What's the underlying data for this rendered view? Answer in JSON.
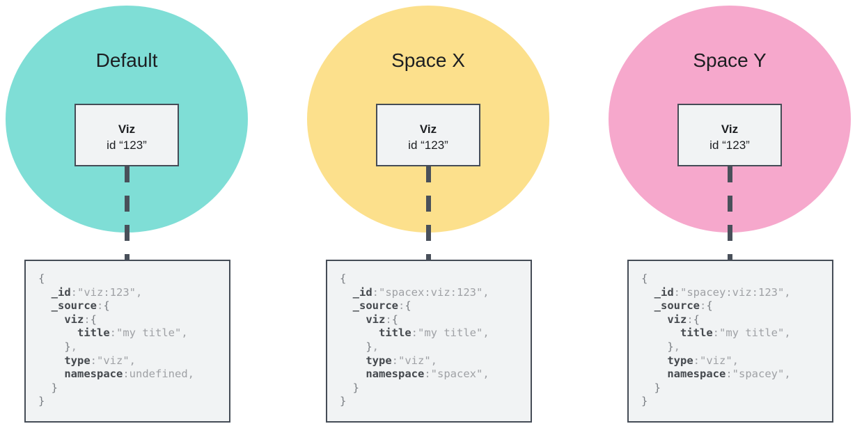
{
  "theme": {
    "page_bg": "#FFFFFF",
    "text_color": "#1C1E21",
    "panel_box_bg": "#F1F3F4",
    "box_border_color": "#454C56",
    "connector_color": "#49505A",
    "code_key_color": "#45494E",
    "code_value_color": "#9FA1A5",
    "code_brace_color": "#797D82"
  },
  "panels": [
    {
      "title": "Default",
      "ellipse_color": "#7FDED6",
      "viz_name": "Viz",
      "viz_id": "id “123”",
      "code_tokens": [
        [
          {
            "c": "brc",
            "t": "{"
          }
        ],
        [
          {
            "c": "pln",
            "t": "  "
          },
          {
            "c": "key",
            "t": "_id"
          },
          {
            "c": "val",
            "t": ":\"viz:123\","
          }
        ],
        [
          {
            "c": "pln",
            "t": "  "
          },
          {
            "c": "key",
            "t": "_source"
          },
          {
            "c": "val",
            "t": ":"
          },
          {
            "c": "brc",
            "t": "{"
          }
        ],
        [
          {
            "c": "pln",
            "t": "    "
          },
          {
            "c": "key",
            "t": "viz"
          },
          {
            "c": "val",
            "t": ":"
          },
          {
            "c": "brc",
            "t": "{"
          }
        ],
        [
          {
            "c": "pln",
            "t": "      "
          },
          {
            "c": "key",
            "t": "title"
          },
          {
            "c": "val",
            "t": ":\"my title\","
          }
        ],
        [
          {
            "c": "pln",
            "t": "    "
          },
          {
            "c": "brc",
            "t": "}"
          },
          {
            "c": "val",
            "t": ","
          }
        ],
        [
          {
            "c": "pln",
            "t": "    "
          },
          {
            "c": "key",
            "t": "type"
          },
          {
            "c": "val",
            "t": ":\"viz\","
          }
        ],
        [
          {
            "c": "pln",
            "t": "    "
          },
          {
            "c": "key",
            "t": "namespace"
          },
          {
            "c": "val",
            "t": ":undefined,"
          }
        ],
        [
          {
            "c": "pln",
            "t": "  "
          },
          {
            "c": "brc",
            "t": "}"
          }
        ],
        [
          {
            "c": "brc",
            "t": "}"
          }
        ]
      ]
    },
    {
      "title": "Space X",
      "ellipse_color": "#FCE08C",
      "viz_name": "Viz",
      "viz_id": "id “123”",
      "code_tokens": [
        [
          {
            "c": "brc",
            "t": "{"
          }
        ],
        [
          {
            "c": "pln",
            "t": "  "
          },
          {
            "c": "key",
            "t": "_id"
          },
          {
            "c": "val",
            "t": ":\"spacex:viz:123\","
          }
        ],
        [
          {
            "c": "pln",
            "t": "  "
          },
          {
            "c": "key",
            "t": "_source"
          },
          {
            "c": "val",
            "t": ":"
          },
          {
            "c": "brc",
            "t": "{"
          }
        ],
        [
          {
            "c": "pln",
            "t": "    "
          },
          {
            "c": "key",
            "t": "viz"
          },
          {
            "c": "val",
            "t": ":"
          },
          {
            "c": "brc",
            "t": "{"
          }
        ],
        [
          {
            "c": "pln",
            "t": "      "
          },
          {
            "c": "key",
            "t": "title"
          },
          {
            "c": "val",
            "t": ":\"my title\","
          }
        ],
        [
          {
            "c": "pln",
            "t": "    "
          },
          {
            "c": "brc",
            "t": "}"
          },
          {
            "c": "val",
            "t": ","
          }
        ],
        [
          {
            "c": "pln",
            "t": "    "
          },
          {
            "c": "key",
            "t": "type"
          },
          {
            "c": "val",
            "t": ":\"viz\","
          }
        ],
        [
          {
            "c": "pln",
            "t": "    "
          },
          {
            "c": "key",
            "t": "namespace"
          },
          {
            "c": "val",
            "t": ":\"spacex\","
          }
        ],
        [
          {
            "c": "pln",
            "t": "  "
          },
          {
            "c": "brc",
            "t": "}"
          }
        ],
        [
          {
            "c": "brc",
            "t": "}"
          }
        ]
      ]
    },
    {
      "title": "Space Y",
      "ellipse_color": "#F6A8CC",
      "viz_name": "Viz",
      "viz_id": "id “123”",
      "code_tokens": [
        [
          {
            "c": "brc",
            "t": "{"
          }
        ],
        [
          {
            "c": "pln",
            "t": "  "
          },
          {
            "c": "key",
            "t": "_id"
          },
          {
            "c": "val",
            "t": ":\"spacey:viz:123\","
          }
        ],
        [
          {
            "c": "pln",
            "t": "  "
          },
          {
            "c": "key",
            "t": "_source"
          },
          {
            "c": "val",
            "t": ":"
          },
          {
            "c": "brc",
            "t": "{"
          }
        ],
        [
          {
            "c": "pln",
            "t": "    "
          },
          {
            "c": "key",
            "t": "viz"
          },
          {
            "c": "val",
            "t": ":"
          },
          {
            "c": "brc",
            "t": "{"
          }
        ],
        [
          {
            "c": "pln",
            "t": "      "
          },
          {
            "c": "key",
            "t": "title"
          },
          {
            "c": "val",
            "t": ":\"my title\","
          }
        ],
        [
          {
            "c": "pln",
            "t": "    "
          },
          {
            "c": "brc",
            "t": "}"
          },
          {
            "c": "val",
            "t": ","
          }
        ],
        [
          {
            "c": "pln",
            "t": "    "
          },
          {
            "c": "key",
            "t": "type"
          },
          {
            "c": "val",
            "t": ":\"viz\","
          }
        ],
        [
          {
            "c": "pln",
            "t": "    "
          },
          {
            "c": "key",
            "t": "namespace"
          },
          {
            "c": "val",
            "t": ":\"spacey\","
          }
        ],
        [
          {
            "c": "pln",
            "t": "  "
          },
          {
            "c": "brc",
            "t": "}"
          }
        ],
        [
          {
            "c": "brc",
            "t": "}"
          }
        ]
      ]
    }
  ]
}
